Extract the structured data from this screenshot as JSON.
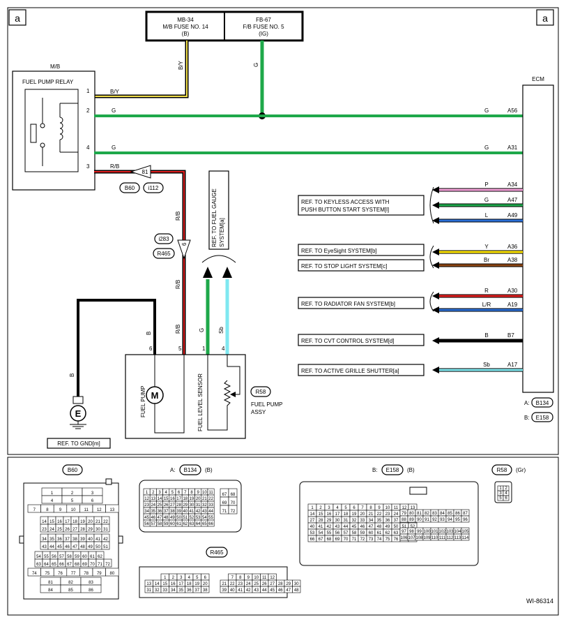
{
  "corner_label": "a",
  "fuses": {
    "mb": {
      "line1": "MB-34",
      "line2": "M/B FUSE NO. 14",
      "line3": "(B)"
    },
    "fb": {
      "line1": "FB-67",
      "line2": "F/B FUSE NO. 5",
      "line3": "(IG)"
    }
  },
  "relay": {
    "mb_label": "M/B",
    "title": "FUEL PUMP RELAY",
    "pins": [
      "1",
      "2",
      "4",
      "3"
    ]
  },
  "ecm": {
    "title": "ECM",
    "refs": [
      {
        "label": "A:",
        "code": "B134"
      },
      {
        "label": "B:",
        "code": "E158"
      }
    ]
  },
  "wires": {
    "top_by": "B/Y",
    "top_g": "G",
    "pin1": "B/Y",
    "pin2": "G",
    "pin4": "G",
    "pin3": "R/B",
    "a56_color": "G",
    "a56": "A56",
    "a31_color": "G",
    "a31": "A31",
    "rb1": "R/B",
    "rb2": "R/B",
    "rb3": "R/B",
    "b_vert": "B",
    "b_left": "B",
    "g_sensor": "G",
    "sb_sensor": "Sb"
  },
  "connector_tags": {
    "b60": "B60",
    "i112": "i112",
    "i283": "i283",
    "r465": "R465",
    "r58": "R58",
    "tri81": "81",
    "tri6": "6"
  },
  "fuel_gauge_ref": "REF. TO FUEL GAUGE SYSTEM[a]",
  "refs": [
    {
      "text1": "REF. TO KEYLESS ACCESS WITH",
      "text2": "PUSH BUTTON START SYSTEM[l]"
    },
    {
      "text1": "REF. TO EyeSight SYSTEM[b]"
    },
    {
      "text1": "REF. TO STOP LIGHT SYSTEM[c]"
    },
    {
      "text1": "REF. TO RADIATOR FAN SYSTEM[b]"
    },
    {
      "text1": "REF. TO CVT CONTROL SYSTEM[d]"
    },
    {
      "text1": "REF. TO ACTIVE GRILLE SHUTTER[a]"
    }
  ],
  "ecm_lines": [
    {
      "color": "P",
      "pin": "A34",
      "hex": "#f4a0d8"
    },
    {
      "color": "G",
      "pin": "A47",
      "hex": "#1ea84a"
    },
    {
      "color": "L",
      "pin": "A49",
      "hex": "#2b6fd6"
    },
    {
      "color": "Y",
      "pin": "A36",
      "hex": "#ffe600"
    },
    {
      "color": "Br",
      "pin": "A38",
      "hex": "#8b4513"
    },
    {
      "color": "R",
      "pin": "A30",
      "hex": "#e02020"
    },
    {
      "color": "L/R",
      "pin": "A19",
      "hex": "#2b6fd6"
    },
    {
      "color": "B",
      "pin": "B7",
      "hex": "#000000"
    },
    {
      "color": "Sb",
      "pin": "A17",
      "hex": "#7fe8f0"
    }
  ],
  "pump": {
    "pins": [
      "6",
      "5",
      "1",
      "4"
    ],
    "pump_label": "FUEL PUMP",
    "sensor_label": "FUEL LEVEL SENSOR",
    "motor": "M",
    "assy1": "FUEL PUMP",
    "assy2": "ASSY"
  },
  "ground": {
    "symbol": "E",
    "ref": "REF. TO GND[m]"
  },
  "connectors": {
    "b60": {
      "name": "B60"
    },
    "b134": {
      "prefix": "A:",
      "name": "B134",
      "suffix": "(B)"
    },
    "e158": {
      "prefix": "B:",
      "name": "E158",
      "suffix": "(B)"
    },
    "r58": {
      "name": "R58",
      "suffix": "(Gr)"
    },
    "r465": {
      "name": "R465"
    }
  },
  "diagram_id": "WI-86314"
}
